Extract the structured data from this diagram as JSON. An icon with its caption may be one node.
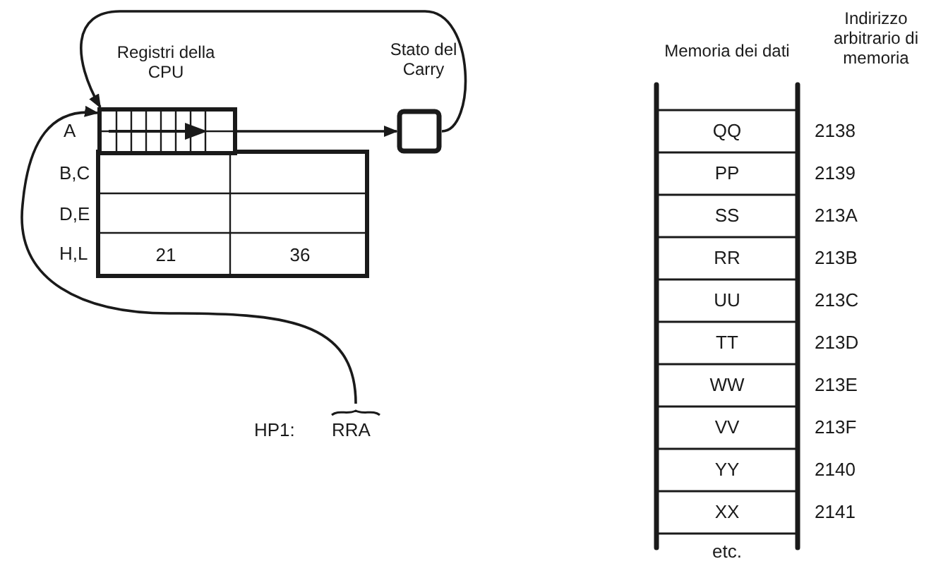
{
  "diagram": {
    "nodes": [
      {
        "text": [],
        "shape": "box",
        "beside": [
          "A"
        ]
      },
      {
        "text": [
          "Stato del Carry"
        ]
      },
      {
        "text": [
          "RRA"
        ],
        "beside": [
          "HP1:"
        ]
      }
    ],
    "edges": [
      {
        "from": 0,
        "to": 1,
        "arrow": "to"
      },
      {
        "from": 1,
        "to": 0,
        "arrow": "to"
      },
      {
        "from": 2,
        "to": 0,
        "arrow": "to"
      }
    ],
    "labels": [
      "Registri della CPU",
      "B,C",
      "D,E",
      "H,L",
      "21",
      "36",
      "Memoria dei dati",
      "Indirizzo arbitrario di memoria",
      "QQ",
      "2138",
      "PP",
      "2139",
      "SS",
      "213A",
      "RR",
      "213B",
      "UU",
      "213C",
      "TT",
      "213D",
      "WW",
      "213E",
      "VV",
      "213F",
      "YY",
      "2140",
      "XX",
      "2141",
      "etc."
    ]
  }
}
